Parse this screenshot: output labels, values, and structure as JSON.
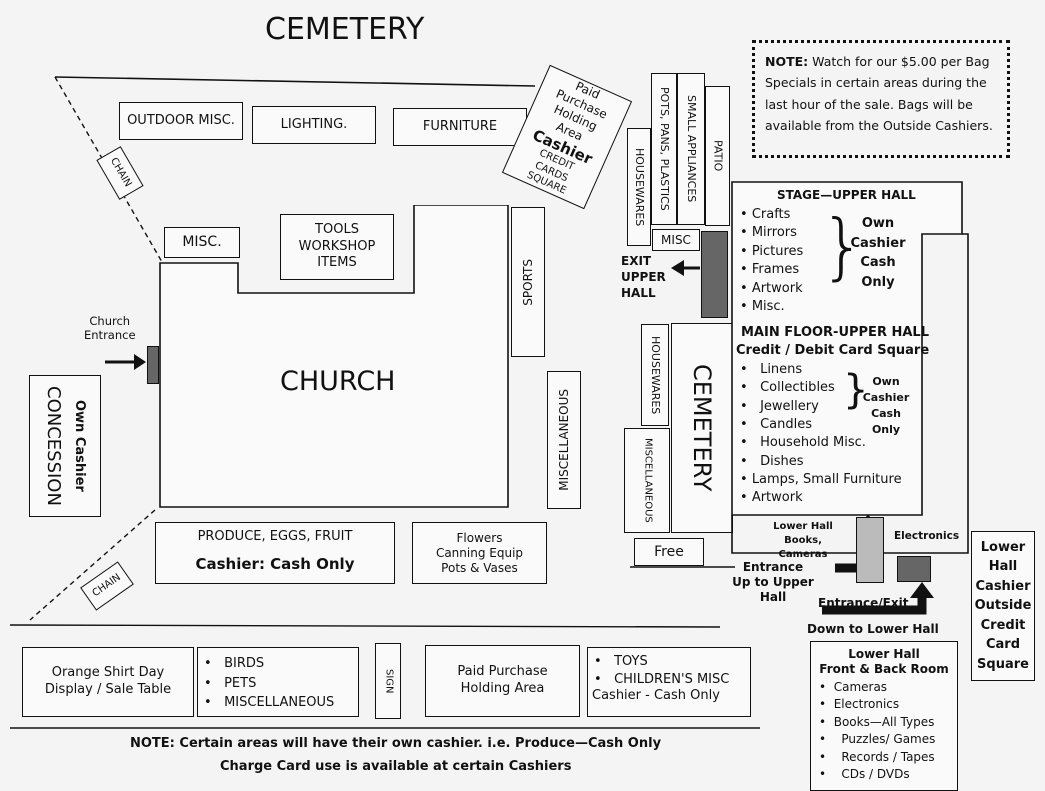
{
  "labels": {
    "cemetery_top": "CEMETERY",
    "cemetery_right": "CEMETERY",
    "church": "CHURCH",
    "church_entrance": "Church\nEntrance",
    "concession_title": "CONCESSION",
    "concession_sub": "Own Cashier",
    "chain_top": "CHAIN",
    "chain_bottom": "CHAIN",
    "exit_upper_hall": "EXIT\nUPPER\nHALL",
    "entrance_upper": "Entrance\nUp to Upper Hall",
    "entrance_exit": "Entrance/Exit",
    "down_lower": "Down to Lower Hall",
    "free": "Free"
  },
  "areas": {
    "outdoor_misc": "OUTDOOR MISC.",
    "lighting": "LIGHTING.",
    "furniture": "FURNITURE",
    "misc_left": "MISC.",
    "tools": "TOOLS\nWORKSHOP\nITEMS",
    "sports": "SPORTS",
    "miscellaneous_right": "MISCELLANEOUS",
    "paid_holding_1": "Paid\nPurchase\nHolding\nArea",
    "paid_holding_cashier": "Cashier",
    "paid_holding_2": "CREDIT\nCARDS\nSQUARE",
    "housewares_top": "HOUSEWARES",
    "pots_pans": "POTS, PANS, PLASTICS",
    "small_appliances": "SMALL APPLIANCES",
    "patio": "PATIO",
    "misc_small": "MISC",
    "housewares_mid": "HOUSEWARES",
    "miscellaneous_mid": "MISCELLANEOUS",
    "produce_title": "PRODUCE, EGGS, FRUIT",
    "produce_cashier": "Cashier: Cash Only",
    "flowers": "Flowers\nCanning Equip\nPots & Vases",
    "lower_hall_books": "Lower Hall\nBooks, Cameras",
    "electronics": "Electronics",
    "lower_hall_cashier": "Lower\nHall\nCashier\nOutside\nCredit\nCard\nSquare",
    "orange_shirt": "Orange Shirt Day\nDisplay / Sale Table",
    "birds_list": [
      "BIRDS",
      "PETS",
      "MISCELLANEOUS"
    ],
    "sign": "SIGN",
    "paid_holding_bottom": "Paid Purchase\nHolding Area",
    "toys_list": [
      "TOYS",
      "CHILDREN'S MISC"
    ],
    "toys_cashier": "Cashier - Cash Only"
  },
  "note_top": "NOTE: Watch for our $5.00 per Bag Specials in certain areas during the last hour of the sale. Bags will be available from the Outside Cashiers.",
  "note_top_bold": "NOTE:",
  "note_top_rest": "Watch for our $5.00 per Bag Specials in certain areas during the last hour of the sale. Bags will be available from the Outside Cashiers.",
  "upper_hall": {
    "stage_title": "STAGE—UPPER HALL",
    "stage_items": [
      "Crafts",
      "Mirrors",
      "Pictures",
      "Frames",
      "Artwork",
      "Misc."
    ],
    "stage_cashier": "Own\nCashier\nCash\nOnly",
    "main_title": "MAIN FLOOR-UPPER HALL",
    "main_sub": "Credit / Debit Card Square",
    "main_items": [
      "Linens",
      "Collectibles",
      "Jewellery",
      "Candles",
      "Household Misc.",
      "Dishes",
      "Lamps, Small Furniture",
      "Artwork"
    ],
    "main_cashier": "Own\nCashier\nCash Only"
  },
  "lower_hall_room": {
    "title": "Lower Hall\nFront & Back Room",
    "items": [
      "Cameras",
      "Electronics",
      "Books—All Types",
      "Puzzles/ Games",
      "Records / Tapes",
      "CDs / DVDs"
    ]
  },
  "notes_bottom": {
    "line1": "NOTE: Certain areas will have their own cashier. i.e. Produce—Cash Only",
    "line2": "Charge Card use is available at certain Cashiers"
  }
}
